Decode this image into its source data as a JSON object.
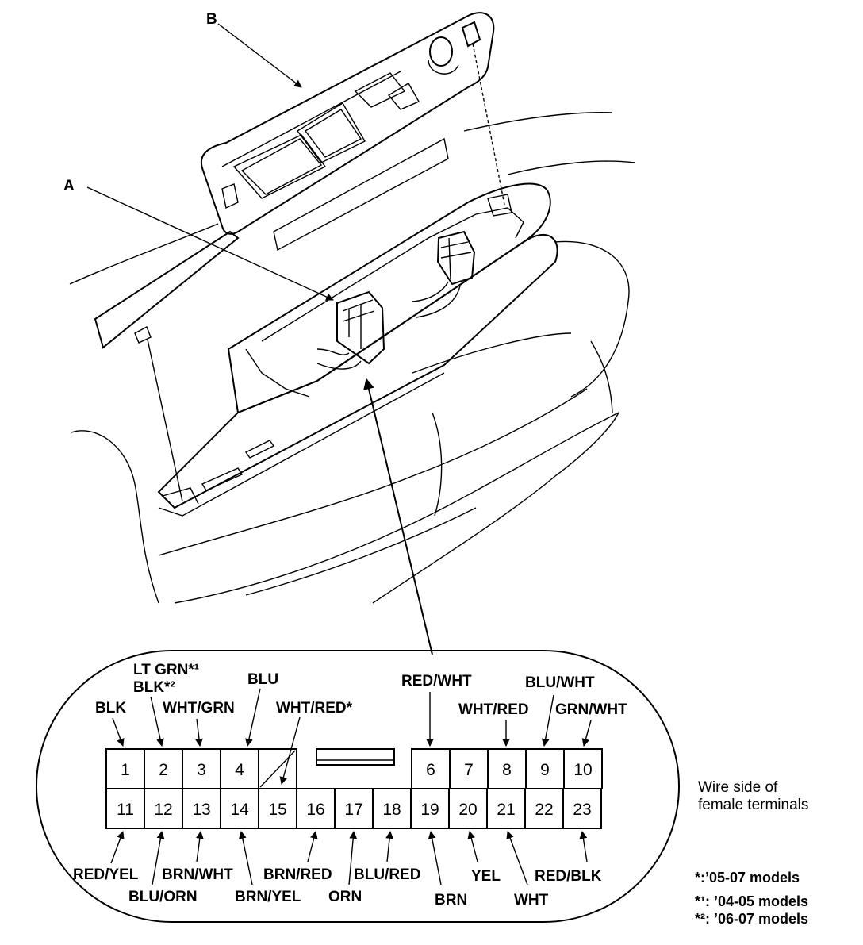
{
  "callouts": {
    "a": "A",
    "b": "B"
  },
  "connector": {
    "pins_top": [
      "1",
      "2",
      "3",
      "4",
      "6",
      "7",
      "8",
      "9",
      "10"
    ],
    "pins_bottom": [
      "11",
      "12",
      "13",
      "14",
      "15",
      "16",
      "17",
      "18",
      "19",
      "20",
      "21",
      "22",
      "23"
    ],
    "wires_top": {
      "p1": "BLK",
      "p2_a": "LT GRN*¹",
      "p2_b": "BLK*²",
      "p3": "WHT/GRN",
      "p4": "BLU",
      "p5": "WHT/RED*",
      "p6": "RED/WHT",
      "p8": "WHT/RED",
      "p9": "BLU/WHT",
      "p10": "GRN/WHT"
    },
    "wires_bottom": {
      "p11": "RED/YEL",
      "p12": "BLU/ORN",
      "p13": "BRN/WHT",
      "p14": "BRN/YEL",
      "p16": "BRN/RED",
      "p17": "ORN",
      "p18": "BLU/RED",
      "p19": "BRN",
      "p20": "YEL",
      "p21": "WHT",
      "p23": "RED/BLK"
    }
  },
  "side_label": {
    "line1": "Wire side of",
    "line2": "female terminals"
  },
  "notes": [
    "*:’05-07 models",
    "*¹: ’04-05 models",
    "*²: ’06-07 models"
  ]
}
